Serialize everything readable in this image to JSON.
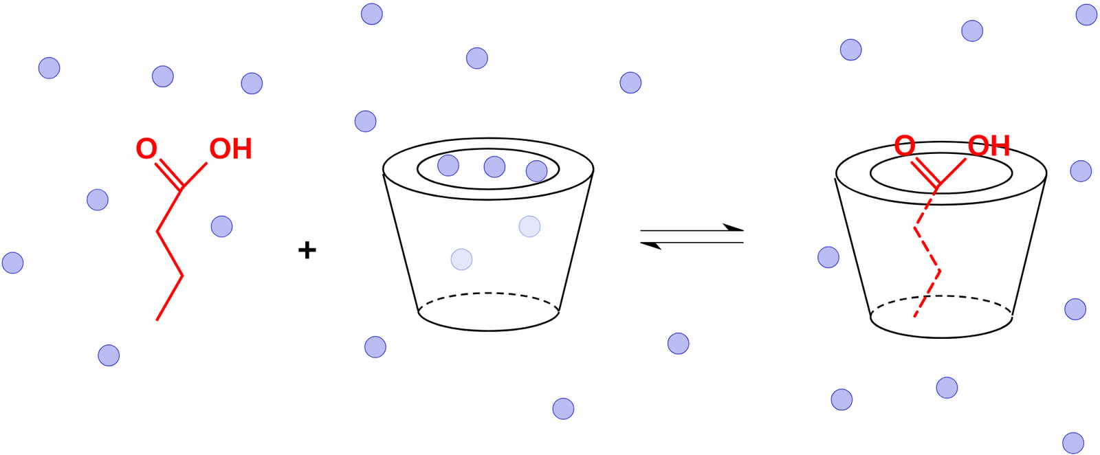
{
  "diagram": {
    "labels": [
      "O",
      "OH",
      "+",
      "O",
      "OH"
    ]
  }
}
